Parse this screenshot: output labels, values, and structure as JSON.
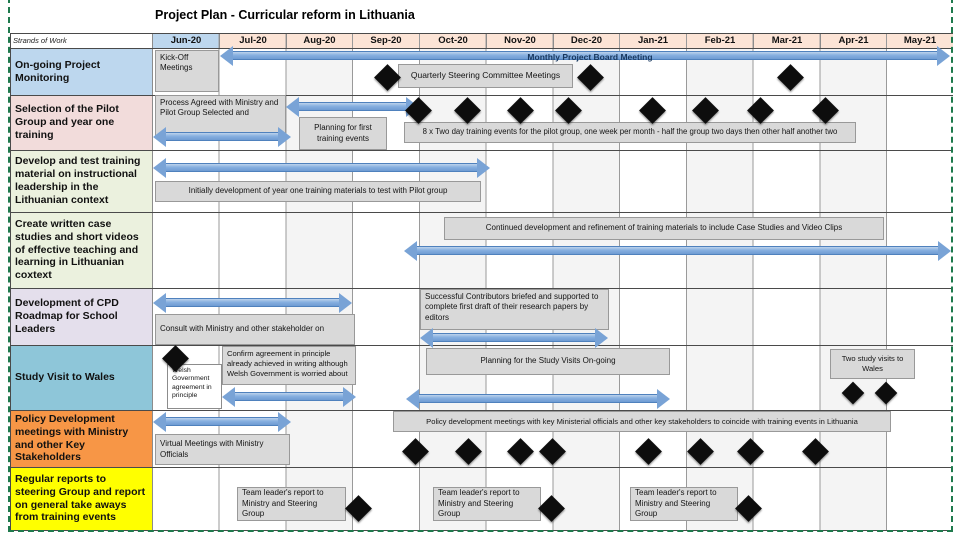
{
  "title": "Project Plan - Curricular reform in Lithuania",
  "header": {
    "strands_label": "Strands of Work",
    "months": [
      "Jun-20",
      "Jul-20",
      "Aug-20",
      "Sep-20",
      "Oct-20",
      "Nov-20",
      "Dec-20",
      "Jan-21",
      "Feb-21",
      "Mar-21",
      "Apr-21",
      "May-21"
    ]
  },
  "rows": [
    {
      "label": "On-going Project Monitoring"
    },
    {
      "label": "Selection of the Pilot Group and year one training"
    },
    {
      "label": "Develop and test training material on instructional leadership in the Lithuanian context"
    },
    {
      "label": "Create written case studies and short videos of effective teaching and learning in Lithuanian coxtext"
    },
    {
      "label": "Development of CPD Roadmap for School Leaders"
    },
    {
      "label": "Study Visit to Wales"
    },
    {
      "label": "Policy Development meetings with Ministry and other Key Stakeholders"
    },
    {
      "label": "Regular reports to steering Group and report on general take aways from training events"
    }
  ],
  "arrow_labels": {
    "monthly_board": "Monthly Project Board Meeting"
  },
  "notes": {
    "kick_off": "Kick-Off Meetings",
    "quarterly": "Quarterly Steering Committee Meetings",
    "process_agreed": "Process Agreed with Ministry and Pilot Group Selected and",
    "planning_first": "Planning for first training events",
    "training_events": "8 x Two day training events for the pilot group, one week per month - half the group two days then other half another two",
    "initial_dev": "Initially development of year one training materials to test with Pilot group",
    "continued_dev": "Continued development and refinement of training materials to include Case Studies and Video Clips",
    "consult": "Consult with Ministry and other stakeholder on",
    "successful": "Successful Contributors briefed and supported to complete first draft of their research papers by editors",
    "welsh": "Welsh Government agreement in principle",
    "confirm": "Confirm agreement in principle already achieved in writing although Welsh Government is worried about",
    "planning_study": "Planning for the Study Visits On-going",
    "two_visits": "Two study visits to Wales",
    "virtual": "Virtual Meetings with Ministry Officials",
    "policy": "Policy development meetings with key Ministerial officials and other key stakeholders to coincide with training events in Lithuania",
    "team_report": "Team leader's report to Ministry and Steering Group"
  },
  "palette": {
    "header_jun": "#bdd7ee",
    "header_month": "#fce4d6",
    "row_monitoring": "#bdd7ee",
    "row_selection": "#f2dcdb",
    "row_develop": "#ebf1de",
    "row_case_studies": "#ebf1de",
    "row_cpd": "#e4dfec",
    "row_wales": "#8ec6d9",
    "row_policy": "#f79646",
    "row_reports": "#ffff00",
    "arrow_blue": "#79a3d6",
    "note_gray": "#d9d9d9",
    "milestone_black": "#0d0d0d",
    "dashed_border_green": "#1f7a4d"
  },
  "chart_data": {
    "type": "table",
    "subtype": "gantt",
    "title": "Project Plan - Curricular reform in Lithuania",
    "x_categories": [
      "Jun-20",
      "Jul-20",
      "Aug-20",
      "Sep-20",
      "Oct-20",
      "Nov-20",
      "Dec-20",
      "Jan-21",
      "Feb-21",
      "Mar-21",
      "Apr-21",
      "May-21"
    ],
    "rows": [
      {
        "label": "On-going Project Monitoring",
        "bars": [
          {
            "from": "Jun-20",
            "to": "May-21",
            "label": "Monthly Project Board Meeting"
          }
        ],
        "milestones": [
          "Sep-20",
          "Dec-20",
          "Mar-21"
        ],
        "notes": [
          "Kick-Off Meetings",
          "Quarterly Steering Committee Meetings"
        ]
      },
      {
        "label": "Selection of the Pilot Group and year one training",
        "bars": [
          {
            "from": "Jun-20",
            "to": "Aug-20"
          },
          {
            "from": "Aug-20",
            "to": "Sep-20"
          }
        ],
        "milestones": [
          "Oct-20",
          "Oct-20",
          "Nov-20",
          "Dec-20",
          "Jan-21",
          "Feb-21",
          "Mar-21",
          "Apr-21"
        ],
        "notes": [
          "Process Agreed with Ministry and Pilot Group Selected and",
          "Planning for first training events",
          "8 x Two day training events for the pilot group, one week per month - half the group two days then other half another two"
        ]
      },
      {
        "label": "Develop and test training material on instructional leadership in the Lithuanian context",
        "bars": [
          {
            "from": "Jun-20",
            "to": "Oct-20"
          }
        ],
        "milestones": [],
        "notes": [
          "Initially development of year one training materials to test with Pilot group"
        ]
      },
      {
        "label": "Create written case studies and short videos of effective teaching and learning in Lithuanian coxtext",
        "bars": [
          {
            "from": "Oct-20",
            "to": "May-21"
          }
        ],
        "milestones": [],
        "notes": [
          "Continued development and refinement of training materials to include Case Studies and Video Clips"
        ]
      },
      {
        "label": "Development of CPD Roadmap for School Leaders",
        "bars": [
          {
            "from": "Jun-20",
            "to": "Aug-20"
          },
          {
            "from": "Oct-20",
            "to": "Dec-20"
          }
        ],
        "milestones": [],
        "notes": [
          "Consult with Ministry and other stakeholder on",
          "Successful Contributors briefed and supported to complete first draft of their research papers by editors"
        ]
      },
      {
        "label": "Study Visit to Wales",
        "bars": [
          {
            "from": "Jul-20",
            "to": "Aug-20"
          },
          {
            "from": "Oct-20",
            "to": "Jan-21"
          }
        ],
        "milestones": [
          "Jun-20",
          "Apr-21",
          "May-21"
        ],
        "notes": [
          "Welsh Government agreement in principle",
          "Confirm agreement in principle already achieved in writing although Welsh Government is worried about",
          "Planning for the Study Visits On-going",
          "Two study visits to Wales"
        ]
      },
      {
        "label": "Policy Development meetings with Ministry and other Key Stakeholders",
        "bars": [
          {
            "from": "Jun-20",
            "to": "Aug-20"
          }
        ],
        "milestones": [
          "Oct-20",
          "Oct-20",
          "Nov-20",
          "Dec-20",
          "Jan-21",
          "Feb-21",
          "Mar-21",
          "Apr-21"
        ],
        "notes": [
          "Virtual Meetings with Ministry Officials",
          "Policy development meetings with key Ministerial officials and other key stakeholders to coincide with training events in Lithuania"
        ]
      },
      {
        "label": "Regular reports to steering Group and report on general take aways from training events",
        "bars": [],
        "milestones": [
          "Aug-20",
          "Nov-20",
          "Feb-21"
        ],
        "notes": [
          "Team leader's report to Ministry and Steering Group",
          "Team leader's report to Ministry and Steering Group",
          "Team leader's report to Ministry and Steering Group"
        ]
      }
    ]
  }
}
